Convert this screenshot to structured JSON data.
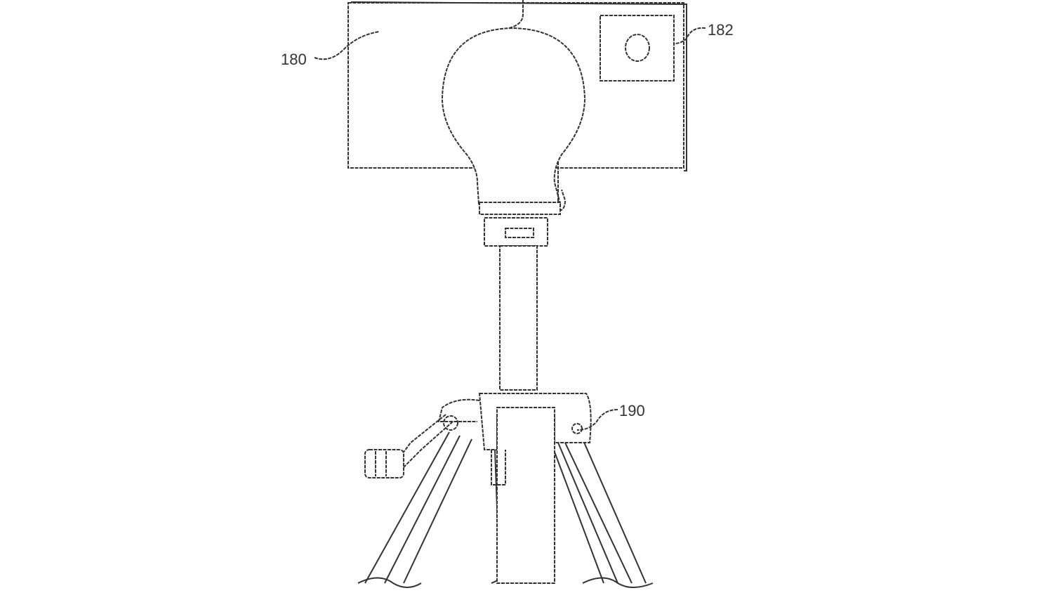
{
  "figure": {
    "labels": {
      "camera_device": "180",
      "camera_lens_module": "182",
      "tripod_mount": "190"
    }
  }
}
